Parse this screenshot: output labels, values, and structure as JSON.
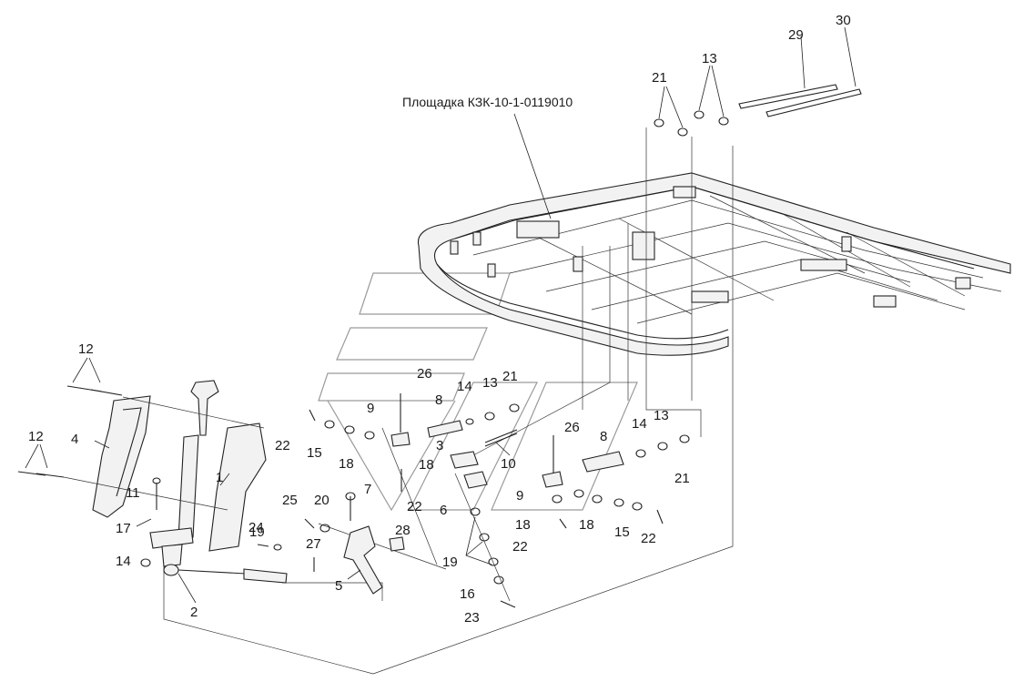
{
  "diagram": {
    "title": "Площадка КЗК-10-1-0119010",
    "labels": [
      "29",
      "30",
      "21",
      "13",
      "1",
      "2",
      "3",
      "4",
      "5",
      "6",
      "7",
      "8",
      "8",
      "9",
      "9",
      "10",
      "11",
      "12",
      "12",
      "13",
      "13",
      "14",
      "14",
      "14",
      "15",
      "15",
      "16",
      "17",
      "18",
      "18",
      "18",
      "18",
      "18",
      "19",
      "19",
      "19",
      "20",
      "21",
      "21",
      "22",
      "22",
      "22",
      "22",
      "22",
      "23",
      "24",
      "25",
      "26",
      "26",
      "27",
      "28"
    ]
  }
}
